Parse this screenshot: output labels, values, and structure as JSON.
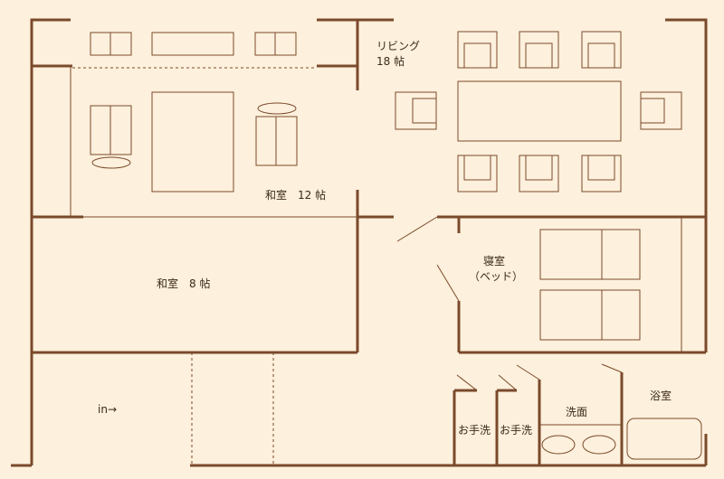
{
  "rooms": {
    "living": {
      "name": "リビング",
      "size": "18 帖"
    },
    "washitsu12": "和室　12 帖",
    "washitsu8": "和室　8 帖",
    "bedroom": {
      "name": "寝室",
      "note": "（ベッド）"
    },
    "toilet1": "お手洗",
    "toilet2": "お手洗",
    "washroom": "洗面",
    "bath": "浴室",
    "entrance": "in→"
  }
}
